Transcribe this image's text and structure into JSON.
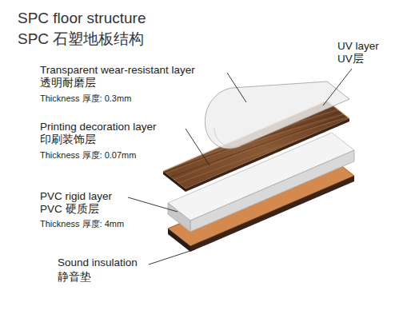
{
  "diagram": {
    "title": "SPC floor structure",
    "labels": [
      "SPC 石塑地板结构",
      "Transparent wear-resistant layer",
      "透明耐磨层",
      "Thickness 厚度: 0.3mm",
      "UV layer",
      "UV层",
      "Printing decoration layer",
      "印刷装饰层",
      "Thickness 厚度: 0.07mm",
      "PVC rigid layer",
      "PVC 硬质层",
      "Thickness 厚度: 4mm",
      "Sound insulation",
      "静音垫"
    ]
  }
}
